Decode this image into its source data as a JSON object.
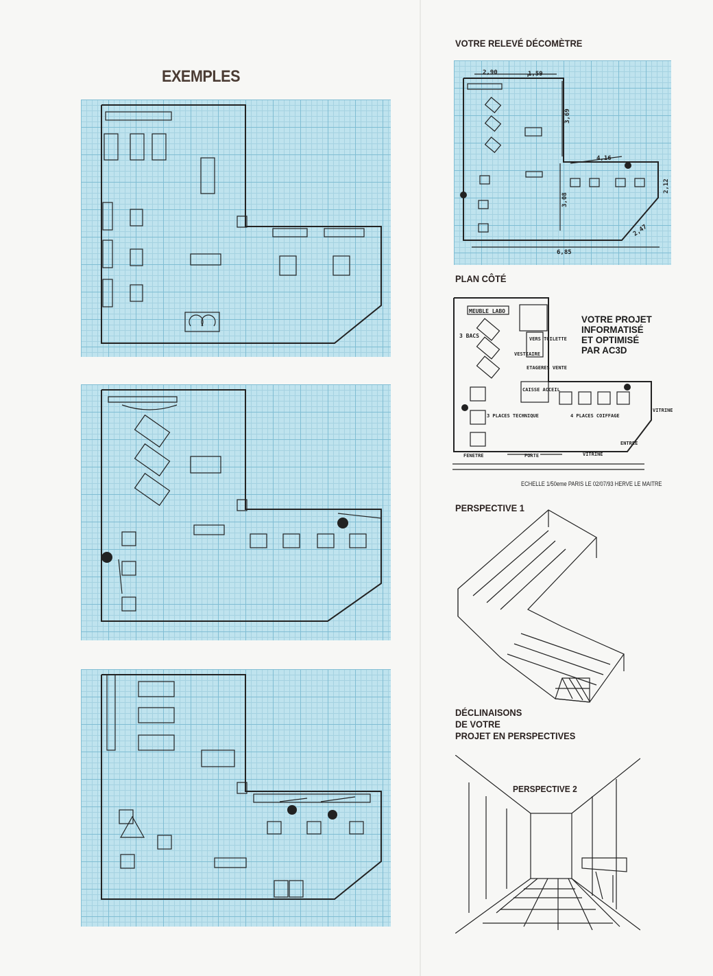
{
  "left": {
    "title": "EXEMPLES"
  },
  "right": {
    "releve_title": "VOTRE RELEVÉ DÉCOMÈTRE",
    "releve_dims": [
      "2,90",
      "1,59",
      "3,69",
      "4,16",
      "3,08",
      "2,12",
      "2,47",
      "6,85"
    ],
    "plan_title": "PLAN CÔTÉ",
    "plan_labels": {
      "meuble_labo": "MEUBLE LABO",
      "bacs": "3 BACS",
      "vers_toilette": "VERS TOILETTE",
      "vestiaire": "VESTIAIRE",
      "etageres_vente": "ETAGERES VENTE",
      "caisse_accueil": "CAISSE ACCEIL",
      "places_technique": "3 PLACES TECHNIQUE",
      "places_coiffage": "4 PLACES COIFFAGE",
      "vitrine_right": "VITRINE",
      "entree": "ENTREE",
      "fenetre": "FENETRE",
      "porte": "PORTE",
      "vitrine_bottom": "VITRINE"
    },
    "plan_note": "ECHELLE 1/50eme PARIS LE 02/07/93 HERVE LE MAITRE",
    "project_text": [
      "VOTRE PROJET",
      "INFORMATISÉ",
      "ET OPTIMISÉ",
      "PAR AC3D"
    ],
    "perspective1_title": "PERSPECTIVE 1",
    "declinaisons_text": [
      "DÉCLINAISONS",
      "DE VOTRE",
      "PROJET EN PERSPECTIVES"
    ],
    "perspective2_title": "PERSPECTIVE 2"
  }
}
